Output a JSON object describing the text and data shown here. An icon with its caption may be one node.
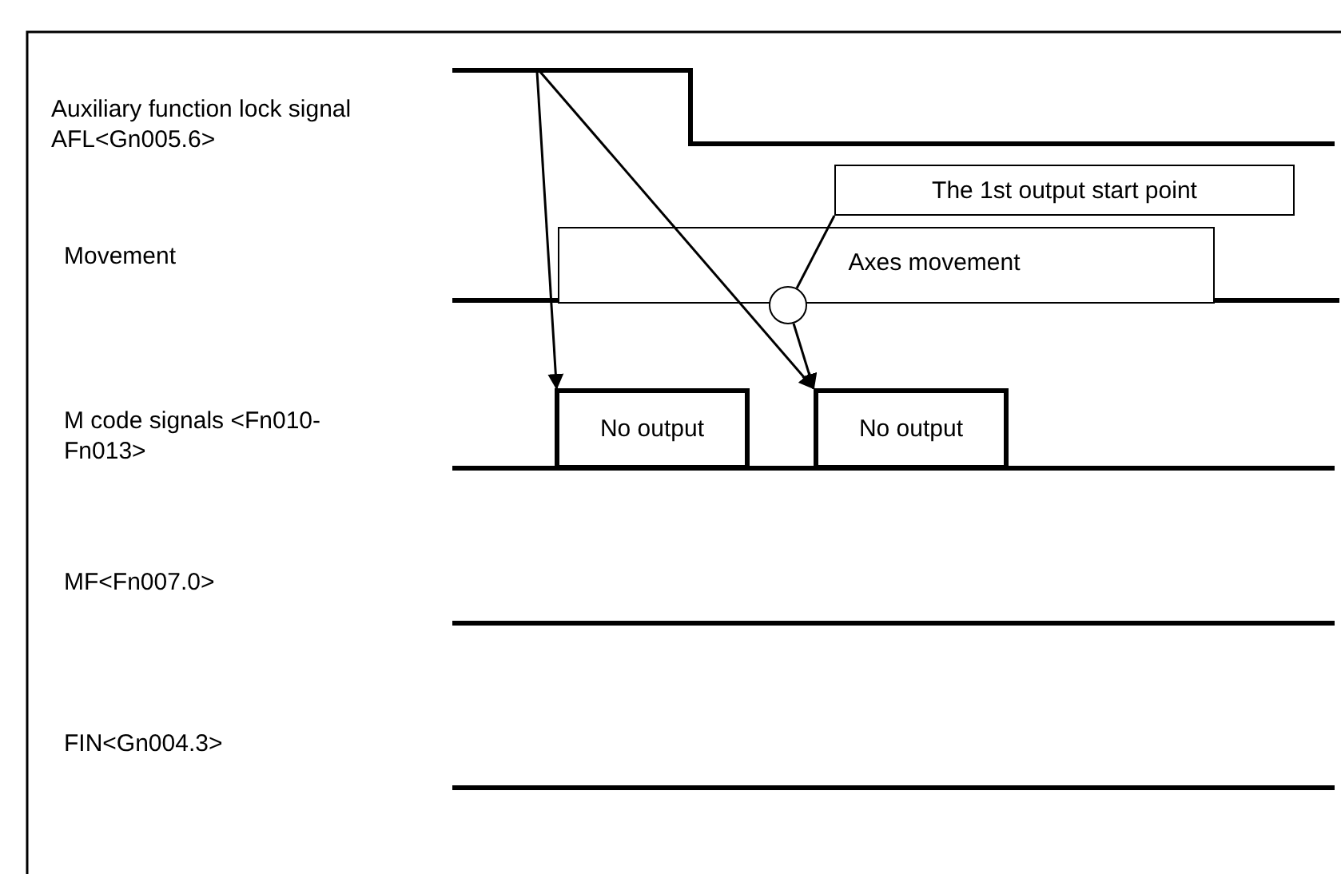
{
  "diagram": {
    "nodes": [
      {
        "text": [
          "The 1st output start point"
        ]
      },
      {
        "text": [
          "Axes movement"
        ]
      },
      {
        "text": [],
        "shape": "circle"
      },
      {
        "text": [
          "No output"
        ]
      },
      {
        "text": [
          "No output"
        ]
      }
    ],
    "edges": [
      {
        "from": null,
        "to": 3,
        "arrow": "to"
      },
      {
        "from": null,
        "to": 4,
        "arrow": "to"
      },
      {
        "from": 0,
        "to": 2,
        "arrow": "none"
      },
      {
        "from": 2,
        "to": 4,
        "arrow": "to"
      }
    ],
    "labels": [
      "Auxiliary function lock signal AFL<Gn005.6>",
      "Movement",
      "M code signals <Fn010-Fn013>",
      "MF<Fn007.0>",
      "FIN<Gn004.3>"
    ]
  }
}
